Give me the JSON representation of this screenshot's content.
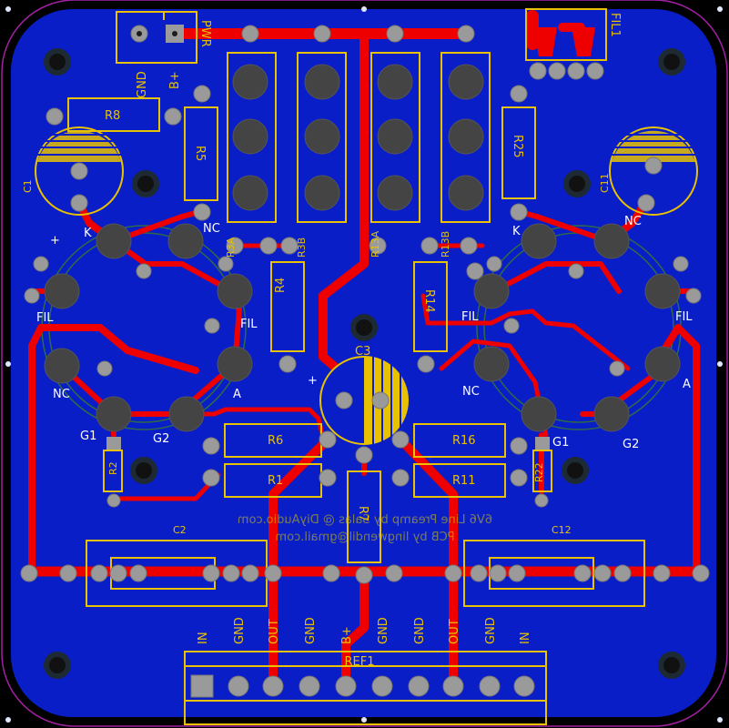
{
  "connectors": {
    "pwr": {
      "designator": "PWR",
      "pins": [
        "GND",
        "B+"
      ]
    },
    "fil": {
      "designator": "FIL1"
    },
    "ref": {
      "designator": "REF1",
      "pins": [
        "IN",
        "GND",
        "OUT",
        "GND",
        "B+",
        "GND",
        "GND",
        "OUT",
        "GND",
        "IN"
      ]
    }
  },
  "resistors": {
    "r8": "R8",
    "r5": "R5",
    "r25": "R25",
    "r4": "R4",
    "r14": "R14",
    "r6": "R6",
    "r1": "R1",
    "r16": "R16",
    "r11": "R11",
    "r2": "R2",
    "r22": "R22",
    "r7": "R7"
  },
  "pots": {
    "r3a": "R3A",
    "r3b": "R3B",
    "r13a": "R13A",
    "r13b": "R13B"
  },
  "capacitors": {
    "c1": "C1",
    "c11": "C11",
    "c3": "C3",
    "c2": "C2",
    "c12": "C12"
  },
  "tube_pins": {
    "left": {
      "k": "K",
      "nc1": "NC",
      "fil1": "FIL",
      "fil2": "FIL",
      "nc2": "NC",
      "a": "A",
      "g1": "G1",
      "g2": "G2"
    },
    "right": {
      "k": "K",
      "nc1": "NC",
      "fil1": "FIL",
      "fil2": "FIL",
      "nc2": "NC",
      "a": "A",
      "g1": "G1",
      "g2": "G2"
    }
  },
  "polarity": {
    "plus": "+"
  },
  "credits": {
    "line1": "6V6 Line Preamp by Salas @ DiyAudio.com",
    "line2": "PCB by lingwendil@gmail.com"
  },
  "colors": {
    "board": "#0a1ec8",
    "trace": "#ee0000",
    "silkscreen": "#e8c200",
    "outline": "#a020a0"
  }
}
